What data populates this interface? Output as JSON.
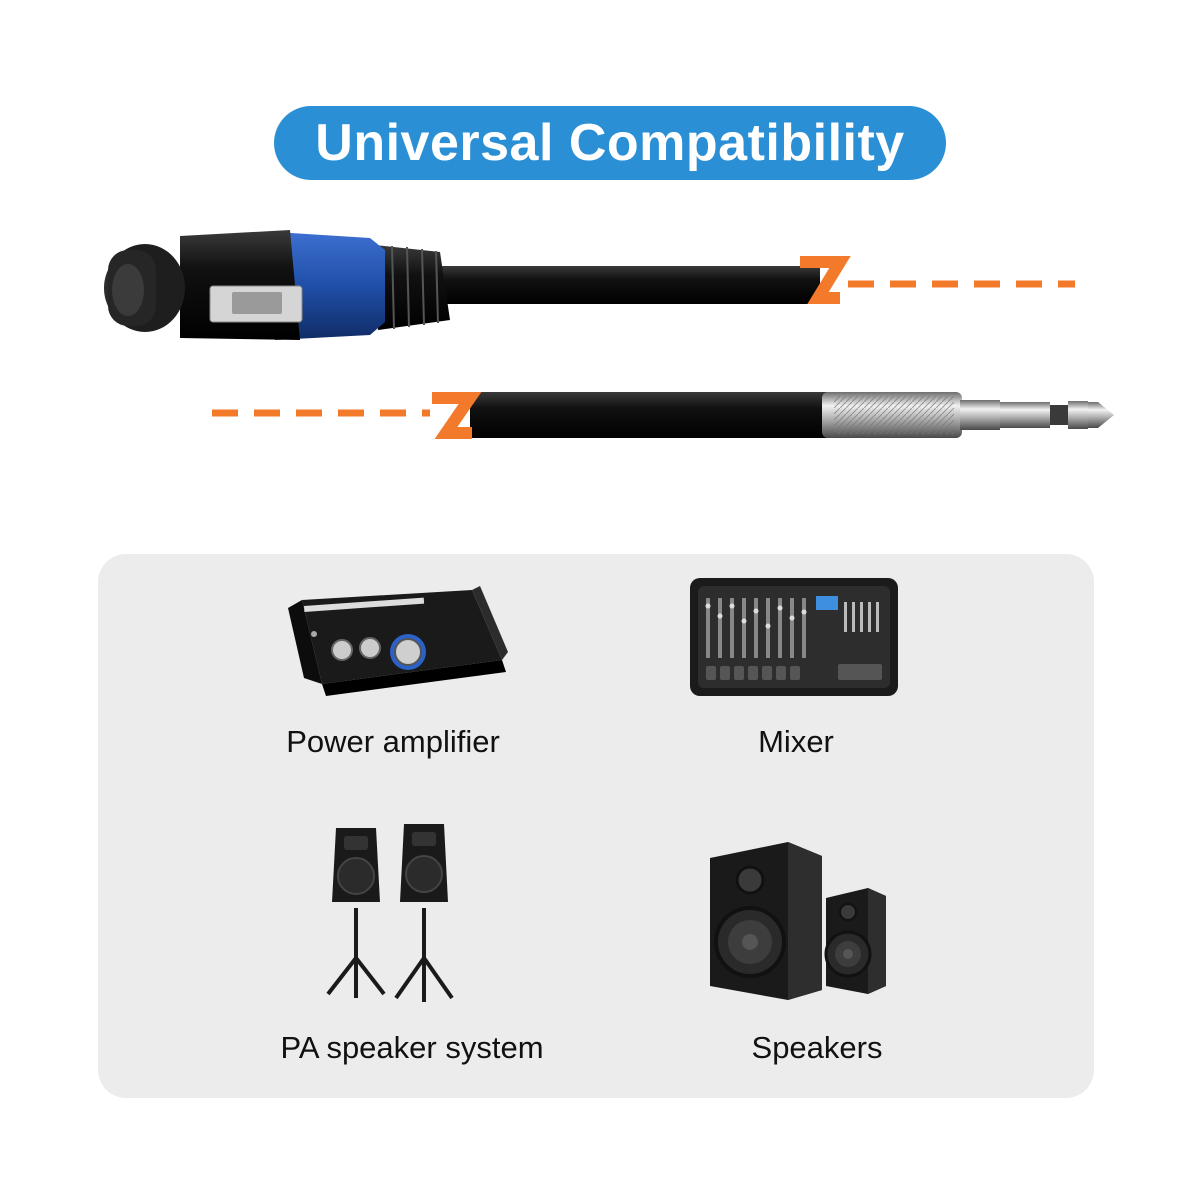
{
  "title": "Universal Compatibility",
  "colors": {
    "title_bg": "#2a8fd4",
    "accent_orange": "#f47a2b",
    "connector_blue": "#1f4fa8",
    "panel_bg": "#ececec"
  },
  "icons": {
    "speakon_connector": "speakon-connector-icon",
    "jack_plug": "quarter-inch-jack-icon",
    "cable_break": "cable-break-icon"
  },
  "devices": [
    {
      "label": "Power amplifier",
      "icon": "power-amplifier-icon"
    },
    {
      "label": "Mixer",
      "icon": "mixer-icon"
    },
    {
      "label": "PA speaker system",
      "icon": "pa-speaker-system-icon"
    },
    {
      "label": "Speakers",
      "icon": "bookshelf-speakers-icon"
    }
  ]
}
